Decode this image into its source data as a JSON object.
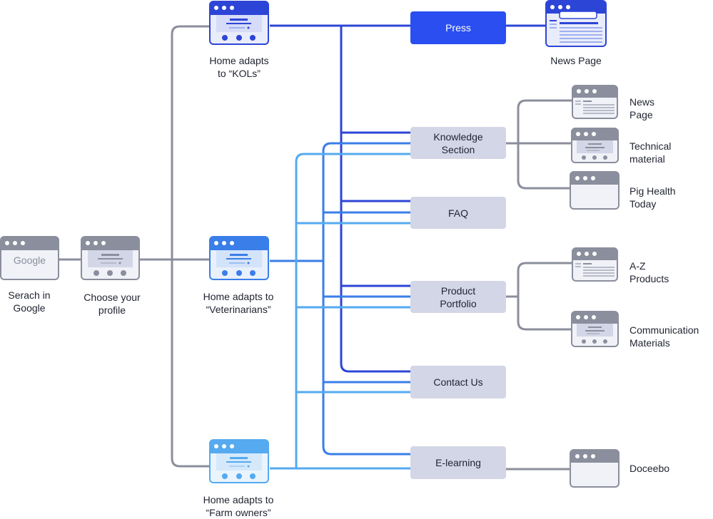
{
  "colors": {
    "gray_line": "#8b8e9c",
    "kol_line": "#2d45d6",
    "vet_line": "#3a7ee9",
    "farm_line": "#55aaf0",
    "node_fill": "#d3d6e6",
    "press_fill": "#2a4ef0"
  },
  "start": {
    "google_logo": "Google",
    "search_label": [
      "Serach in",
      "Google"
    ],
    "choose_label": [
      "Choose your",
      "profile"
    ]
  },
  "homes": {
    "kols": [
      "Home adapts",
      "to “KOLs”"
    ],
    "vets": [
      "Home adapts to",
      "“Veterinarians”"
    ],
    "farm": [
      "Home adapts to",
      "“Farm owners”"
    ]
  },
  "sections": {
    "press": "Press",
    "knowledge": [
      "Knowledge",
      "Section"
    ],
    "faq": "FAQ",
    "product": [
      "Product",
      "Portfolio"
    ],
    "contact": "Contact Us",
    "elearning": "E-learning"
  },
  "pages": {
    "news_press": "News Page",
    "news": [
      "News",
      "Page"
    ],
    "technical": [
      "Technical",
      "material"
    ],
    "pig_health": [
      "Pig Health",
      "Today"
    ],
    "az_products": [
      "A-Z",
      "Products"
    ],
    "communication": [
      "Communication",
      "Materials"
    ],
    "doceebo": "Doceebo"
  }
}
